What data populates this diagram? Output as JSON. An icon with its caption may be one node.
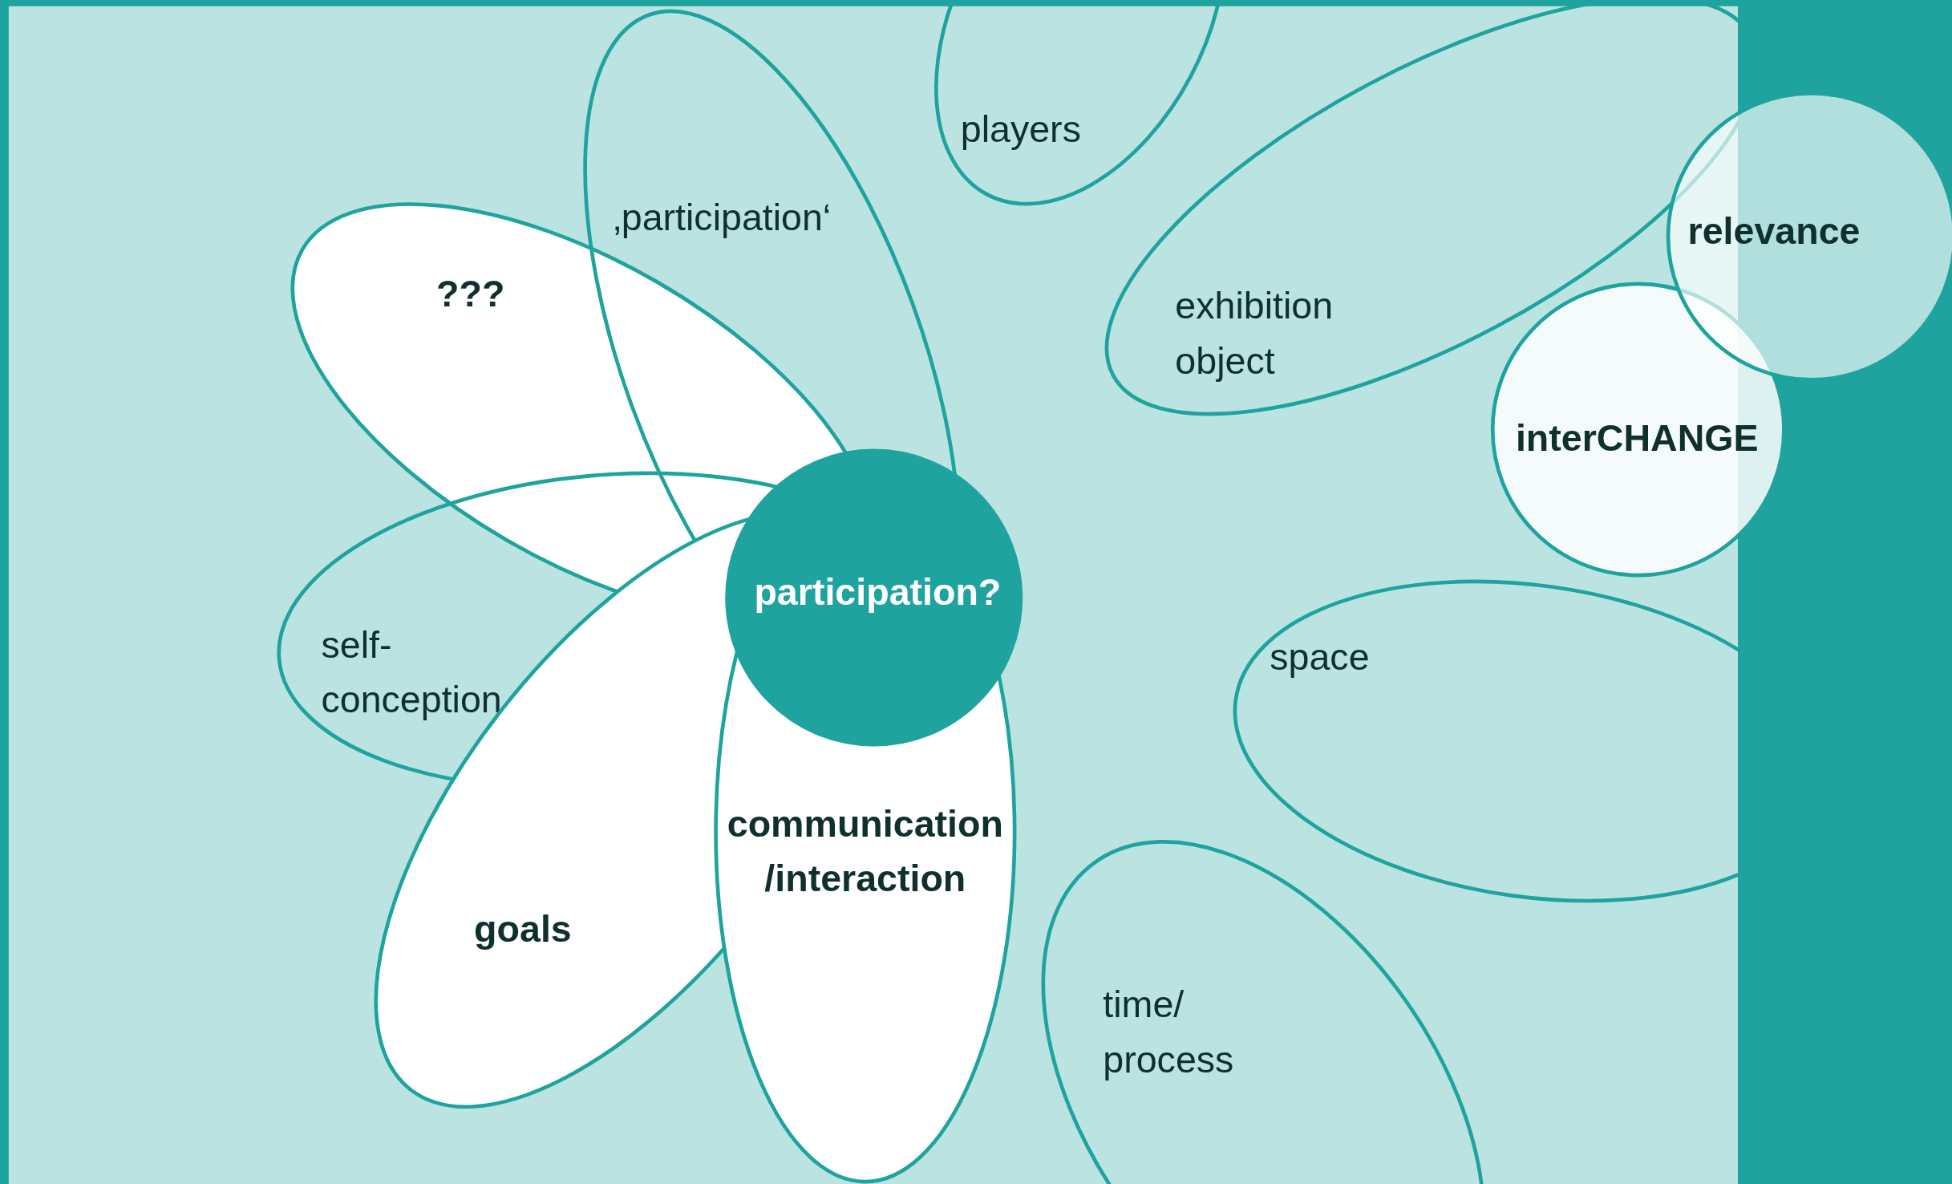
{
  "diagram": {
    "nodes": [
      {
        "text": [
          "players"
        ]
      },
      {
        "text": [
          "‚participation‘"
        ]
      },
      {
        "text": [
          "relevance"
        ]
      },
      {
        "text": [
          "???"
        ]
      },
      {
        "text": [
          "exhibition object"
        ]
      },
      {
        "text": [
          "interCHANGE"
        ]
      },
      {
        "text": [
          "participation?"
        ]
      },
      {
        "text": [
          "space"
        ]
      },
      {
        "text": [
          "self- conception"
        ]
      },
      {
        "text": [
          "communication /interaction"
        ]
      },
      {
        "text": [
          "goals"
        ]
      },
      {
        "text": [
          "time/ process"
        ]
      }
    ]
  }
}
